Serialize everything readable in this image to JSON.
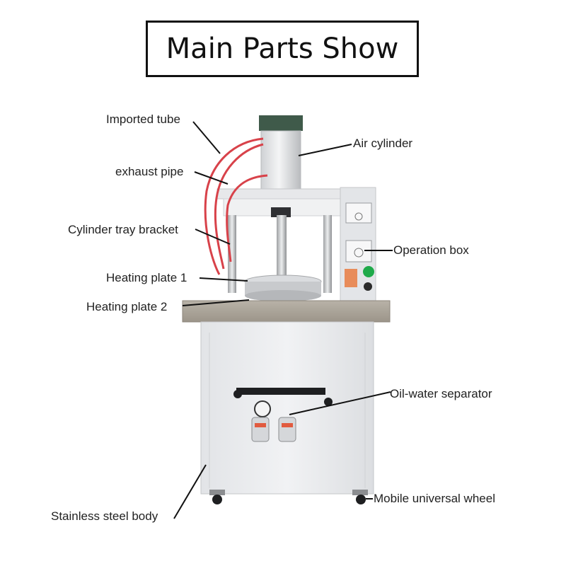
{
  "title": "Main Parts Show",
  "labels": {
    "imported_tube": "Imported tube",
    "exhaust_pipe": "exhaust pipe",
    "cylinder_tray_bracket": "Cylinder tray bracket",
    "heating_plate_1": "Heating plate 1",
    "heating_plate_2": "Heating plate 2",
    "air_cylinder": "Air cylinder",
    "operation_box": "Operation box",
    "oil_water_separator": "Oil-water separator",
    "stainless_steel_body": "Stainless steel body",
    "mobile_universal_wheel": "Mobile universal wheel"
  },
  "colors": {
    "frame": "#e9e9ea",
    "steel": "#c9cacc",
    "dark_steel": "#8e8f92",
    "cylinder_cap": "#3f5a4a",
    "tube_red": "#d8424a",
    "leader": "#111111",
    "button_green": "#1faa4a"
  }
}
